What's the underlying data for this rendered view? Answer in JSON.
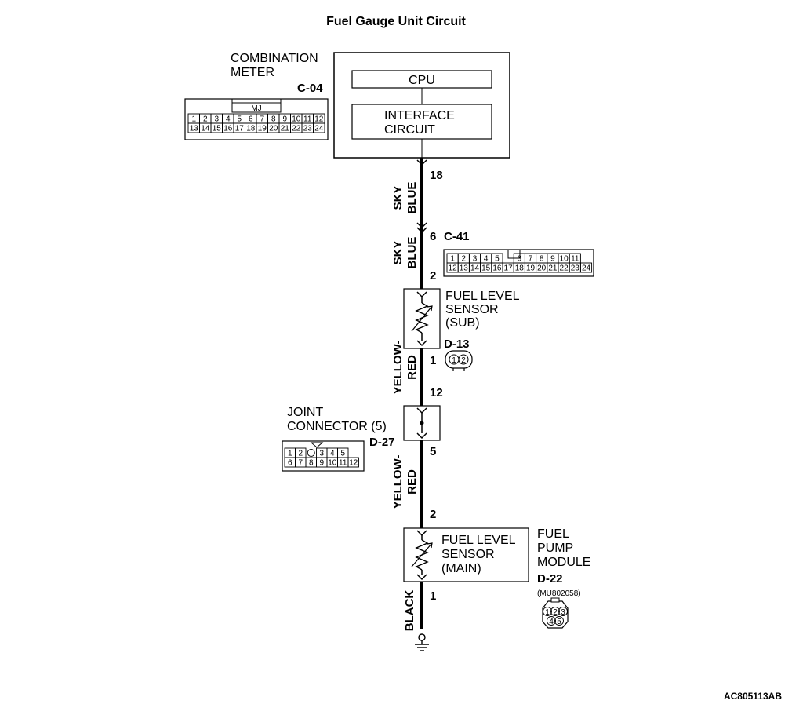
{
  "title": "Fuel Gauge Unit Circuit",
  "figure_code": "AC805113AB",
  "combination_meter": {
    "name_line1": "COMBINATION",
    "name_line2": "METER",
    "connector": "C-04",
    "cpu": "CPU",
    "interface_line1": "INTERFACE",
    "interface_line2": "CIRCUIT",
    "pin": "18",
    "connector_tab": "MJ",
    "pins_row1": [
      "1",
      "2",
      "3",
      "4",
      "5",
      "6",
      "7",
      "8",
      "9",
      "10",
      "11",
      "12"
    ],
    "pins_row2": [
      "13",
      "14",
      "15",
      "16",
      "17",
      "18",
      "19",
      "20",
      "21",
      "22",
      "23",
      "24"
    ]
  },
  "wire1": {
    "line1": "SKY",
    "line2": "BLUE"
  },
  "intermediate_connector": {
    "connector": "C-41",
    "pin_in": "6",
    "pins_row1": [
      "1",
      "2",
      "3",
      "4",
      "5",
      "6",
      "7",
      "8",
      "9",
      "10",
      "11"
    ],
    "pins_row2": [
      "12",
      "13",
      "14",
      "15",
      "16",
      "17",
      "18",
      "19",
      "20",
      "21",
      "22",
      "23",
      "24"
    ]
  },
  "wire2": {
    "line1": "SKY",
    "line2": "BLUE"
  },
  "sensor_sub": {
    "line1": "FUEL LEVEL",
    "line2": "SENSOR",
    "line3": "(SUB)",
    "pin_in": "2",
    "pin_out": "1",
    "connector": "D-13",
    "pins": [
      "1",
      "2"
    ]
  },
  "wire3": {
    "line1": "YELLOW-",
    "line2": "RED"
  },
  "joint_connector": {
    "line1": "JOINT",
    "line2": "CONNECTOR (5)",
    "connector": "D-27",
    "pin_in": "12",
    "pin_out": "5",
    "pins_row1": [
      "1",
      "2",
      "3",
      "4",
      "5"
    ],
    "pins_row2": [
      "6",
      "7",
      "8",
      "9",
      "10",
      "11",
      "12"
    ]
  },
  "wire4": {
    "line1": "YELLOW-",
    "line2": "RED"
  },
  "sensor_main": {
    "line1": "FUEL LEVEL",
    "line2": "SENSOR",
    "line3": "(MAIN)",
    "pin_in": "2",
    "pin_out": "1"
  },
  "fuel_pump_module": {
    "line1": "FUEL",
    "line2": "PUMP",
    "line3": "MODULE",
    "connector": "D-22",
    "part_number": "(MU802058)",
    "pins_row1": [
      "1",
      "2",
      "3"
    ],
    "pins_row2": [
      "4",
      "5"
    ]
  },
  "wire5": {
    "line1": "BLACK"
  }
}
